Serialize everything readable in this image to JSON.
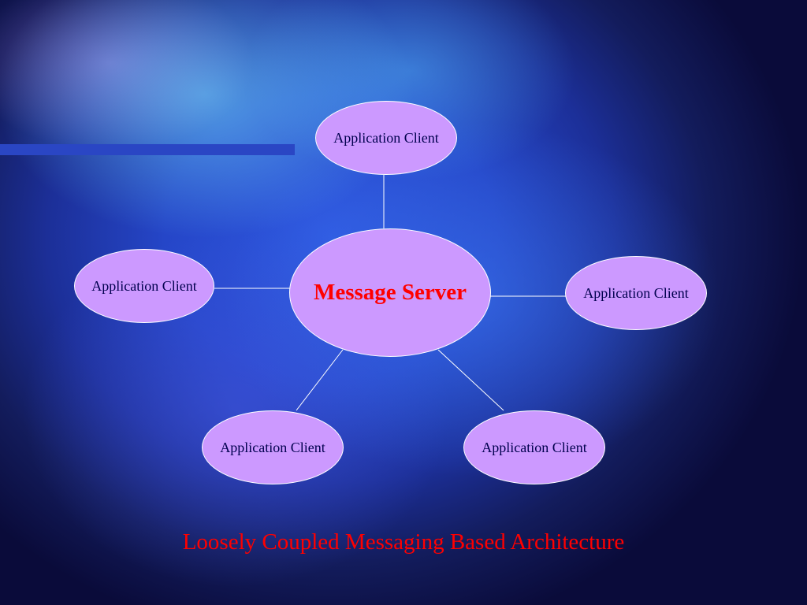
{
  "diagram": {
    "server": {
      "label": "Message Server"
    },
    "clients": [
      {
        "label": "Application Client"
      },
      {
        "label": "Application Client"
      },
      {
        "label": "Application Client"
      },
      {
        "label": "Application Client"
      },
      {
        "label": "Application Client"
      }
    ],
    "caption": "Loosely Coupled Messaging Based Architecture"
  },
  "colors": {
    "node_fill": "#cc99ff",
    "node_border": "#ffffff",
    "client_text": "#00004d",
    "server_text": "#ff0000",
    "caption_text": "#ff0000",
    "background": "#1c2f98"
  }
}
